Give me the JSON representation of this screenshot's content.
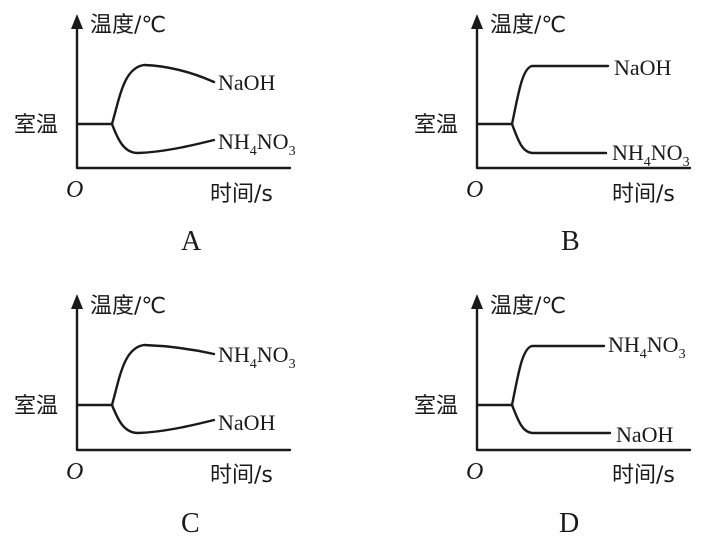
{
  "axes": {
    "y_label": "温度/℃",
    "x_label": "时间/s",
    "origin": "O",
    "start_label": "室温"
  },
  "panels": [
    {
      "id": "A",
      "caption": "A",
      "curve_shape": "peak-then-gradual",
      "upper": {
        "text": "NaOH"
      },
      "lower": {
        "main": "NH",
        "sub": "4",
        "main2": "NO",
        "sub2": "3"
      }
    },
    {
      "id": "B",
      "caption": "B",
      "curve_shape": "rise-then-plateau",
      "upper": {
        "text": "NaOH"
      },
      "lower": {
        "main": "NH",
        "sub": "4",
        "main2": "NO",
        "sub2": "3"
      }
    },
    {
      "id": "C",
      "caption": "C",
      "curve_shape": "peak-then-gradual",
      "upper": {
        "main": "NH",
        "sub": "4",
        "main2": "NO",
        "sub2": "3"
      },
      "lower": {
        "text": "NaOH"
      }
    },
    {
      "id": "D",
      "caption": "D",
      "curve_shape": "rise-then-plateau",
      "upper": {
        "main": "NH",
        "sub": "4",
        "main2": "NO",
        "sub2": "3"
      },
      "lower": {
        "text": "NaOH"
      }
    }
  ]
}
